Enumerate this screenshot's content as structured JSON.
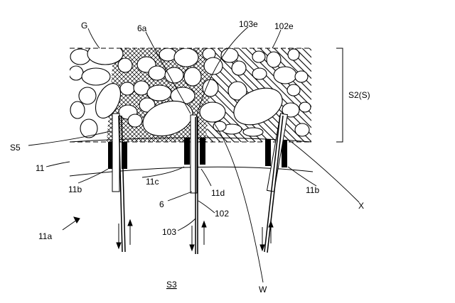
{
  "labels": {
    "G": "G",
    "6a": "6a",
    "103e": "103e",
    "102e": "102e",
    "S2S": "S2(S)",
    "S5": "S5",
    "11": "11",
    "11b_left": "11b",
    "11c": "11c",
    "11d": "11d",
    "11b_right": "11b",
    "6": "6",
    "102": "102",
    "103": "103",
    "11a": "11a",
    "X": "X",
    "W": "W",
    "S3": "S3"
  }
}
